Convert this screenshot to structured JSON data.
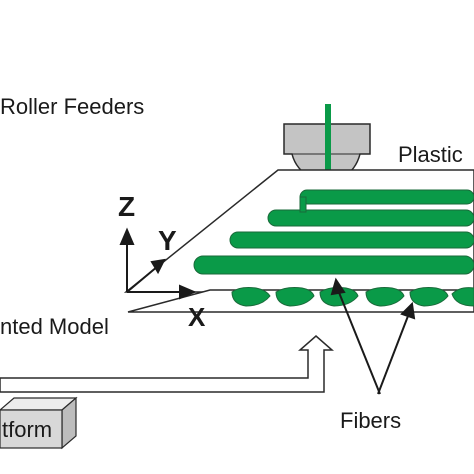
{
  "labels": {
    "roller_feeders": "Roller Feeders",
    "plastic": "Plastic",
    "printed_model": "nted Model",
    "platform": "tform",
    "fibers": "Fibers"
  },
  "axes": {
    "z": "Z",
    "y": "Y",
    "x": "X"
  },
  "colors": {
    "fiber_green": "#0a9a48",
    "nozzle_gray": "#c4c4c4",
    "outline": "#2a2a2a",
    "platform_gray": "#d8d8d8"
  }
}
